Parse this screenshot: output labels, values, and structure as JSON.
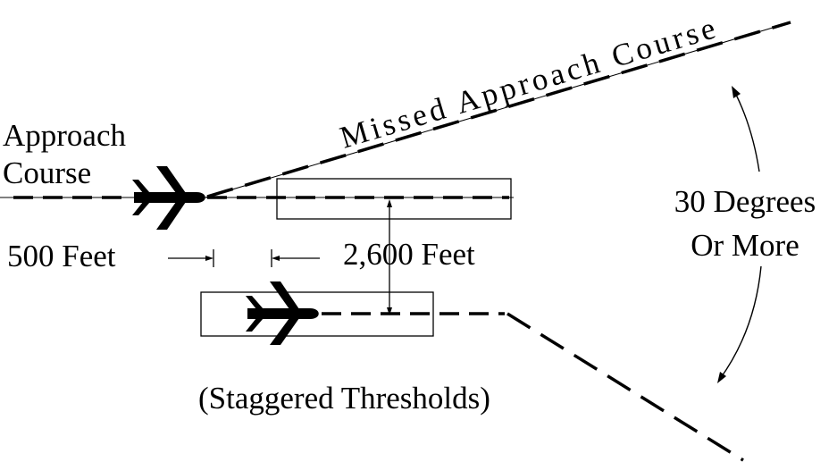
{
  "labels": {
    "approach_line1": "Approach",
    "approach_line2": "Course",
    "missed_approach": "Missed Approach Course",
    "offset_500": "500 Feet",
    "separation_2600": "2,600 Feet",
    "angle_line1": "30 Degrees",
    "angle_line2": "Or More",
    "staggered": "(Staggered Thresholds)"
  },
  "icons": {
    "upper_aircraft": "airplane-icon",
    "lower_aircraft": "airplane-icon"
  },
  "colors": {
    "ink": "#000000",
    "background": "#ffffff"
  }
}
